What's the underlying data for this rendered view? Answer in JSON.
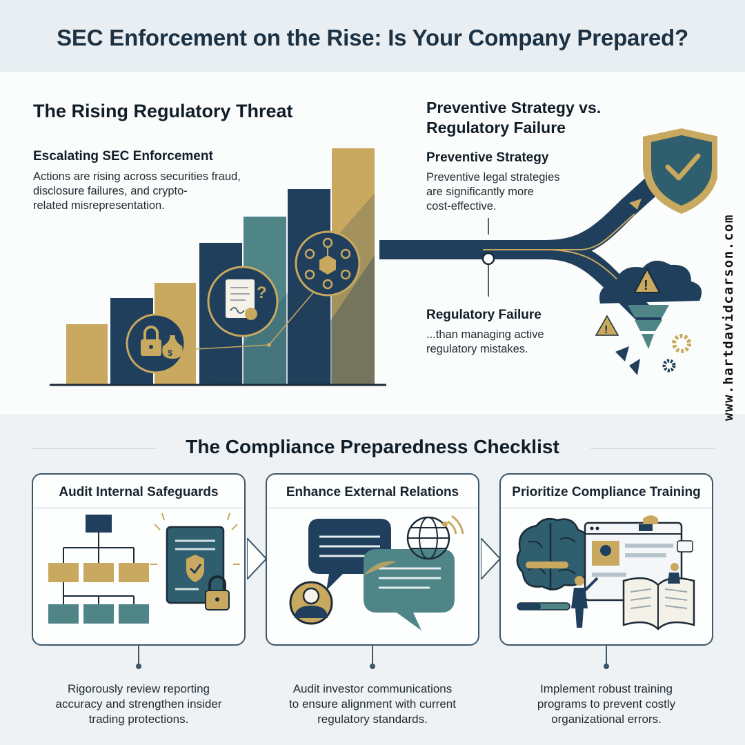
{
  "title": "SEC Enforcement on the Rise: Is Your Company Prepared?",
  "threat": {
    "heading": "The Rising Regulatory Threat",
    "subheading": "Escalating SEC Enforcement",
    "body_lines": [
      "Actions are rising across securities fraud,",
      "disclosure failures, and crypto-",
      "related misrepresentation."
    ]
  },
  "strategy": {
    "heading_lines": [
      "Preventive Strategy vs.",
      "Regulatory Failure"
    ],
    "preventive_heading": "Preventive Strategy",
    "preventive_lines": [
      "Preventive legal strategies",
      "are significantly more",
      "cost-effective."
    ],
    "failure_heading": "Regulatory Failure",
    "failure_lines": [
      "...than managing active",
      "regulatory mistakes."
    ]
  },
  "watermark": "www.hartdavidcarson.com",
  "checklist": {
    "title": "The Compliance Preparedness Checklist",
    "cards": [
      {
        "title": "Audit Internal Safeguards",
        "desc_lines": [
          "Rigorously review reporting",
          "accuracy and strengthen insider",
          "trading protections."
        ]
      },
      {
        "title": "Enhance External Relations",
        "desc_lines": [
          "Audit investor communications",
          "to ensure alignment with current",
          "regulatory standards."
        ]
      },
      {
        "title": "Prioritize Compliance Training",
        "desc_lines": [
          "Implement robust training",
          "programs to prevent costly",
          "organizational errors."
        ]
      }
    ]
  },
  "colors": {
    "navy": "#1f3f5c",
    "teal": "#4f8587",
    "gold": "#c8a95f",
    "dark": "#1b2a36"
  }
}
